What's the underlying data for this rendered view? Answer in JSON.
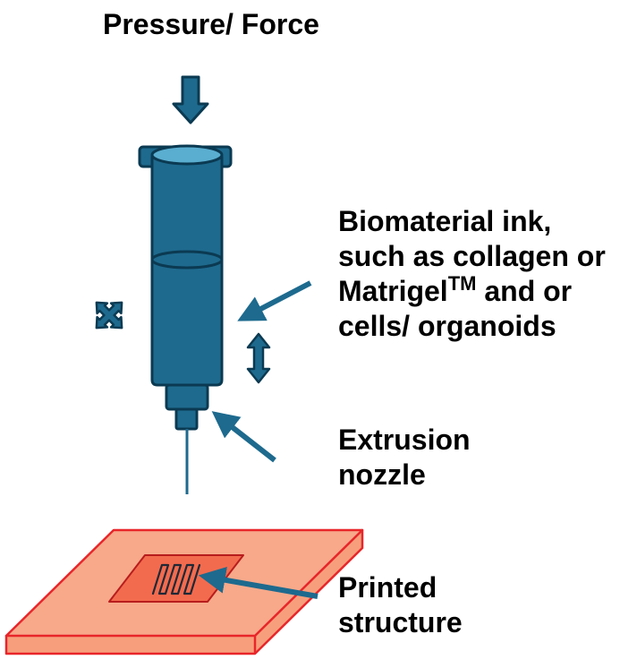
{
  "labels": {
    "pressure": "Pressure/ Force",
    "ink": {
      "line1": "Biomaterial ink,",
      "line2": "such as collagen or",
      "line3_prefix": "Matrigel",
      "line3_tm": "TM",
      "line3_suffix": " and or",
      "line4": "cells/ organoids"
    },
    "nozzle": {
      "line1": "Extrusion",
      "line2": "nozzle"
    },
    "printed": {
      "line1": "Printed",
      "line2": "structure"
    }
  },
  "colors": {
    "syringe_fill": "#1e6a8e",
    "syringe_dark": "#0b3a52",
    "syringe_light": "#5aaed0",
    "arrow": "#1d6a8e",
    "plate_fill": "#f7a98a",
    "plate_side": "#f79f7c",
    "plate_stroke": "#e8262a",
    "patch_fill": "#f36b4e"
  },
  "icons": [
    "down-arrow-icon",
    "move-cross-icon",
    "updown-arrow-icon",
    "pointer-arrow-icon"
  ]
}
